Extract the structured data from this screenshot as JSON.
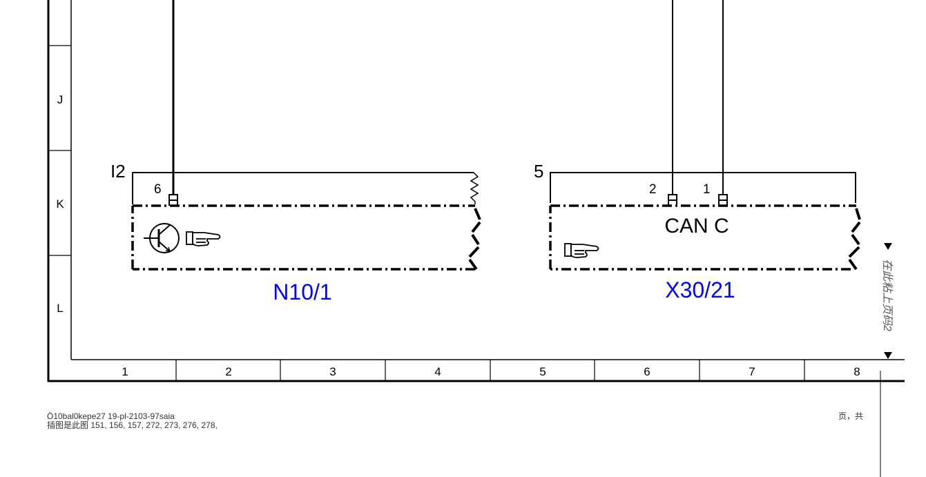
{
  "diagram": {
    "row_labels": [
      "J",
      "K",
      "L"
    ],
    "column_labels": [
      "1",
      "2",
      "3",
      "4",
      "5",
      "6",
      "7",
      "8"
    ],
    "accent_color": "#0000ff",
    "line_color": "#000000",
    "components": [
      {
        "id": "N10/1",
        "connector": "I2",
        "pins": [
          "6"
        ],
        "icons": [
          "transistor-icon",
          "pointing-hand-icon"
        ]
      },
      {
        "id": "X30/21",
        "connector": "5",
        "pins": [
          "2",
          "1"
        ],
        "label": "CAN C",
        "icons": [
          "pointing-hand-icon"
        ]
      }
    ],
    "side_note": "在此粘上页码2"
  },
  "footer": {
    "doc_ref": "Ö10bal0kepe27 19-pl-2103-97saia",
    "line2": "插图是此图 151, 156, 157, 272, 273, 276, 278,",
    "page": "页，共"
  }
}
